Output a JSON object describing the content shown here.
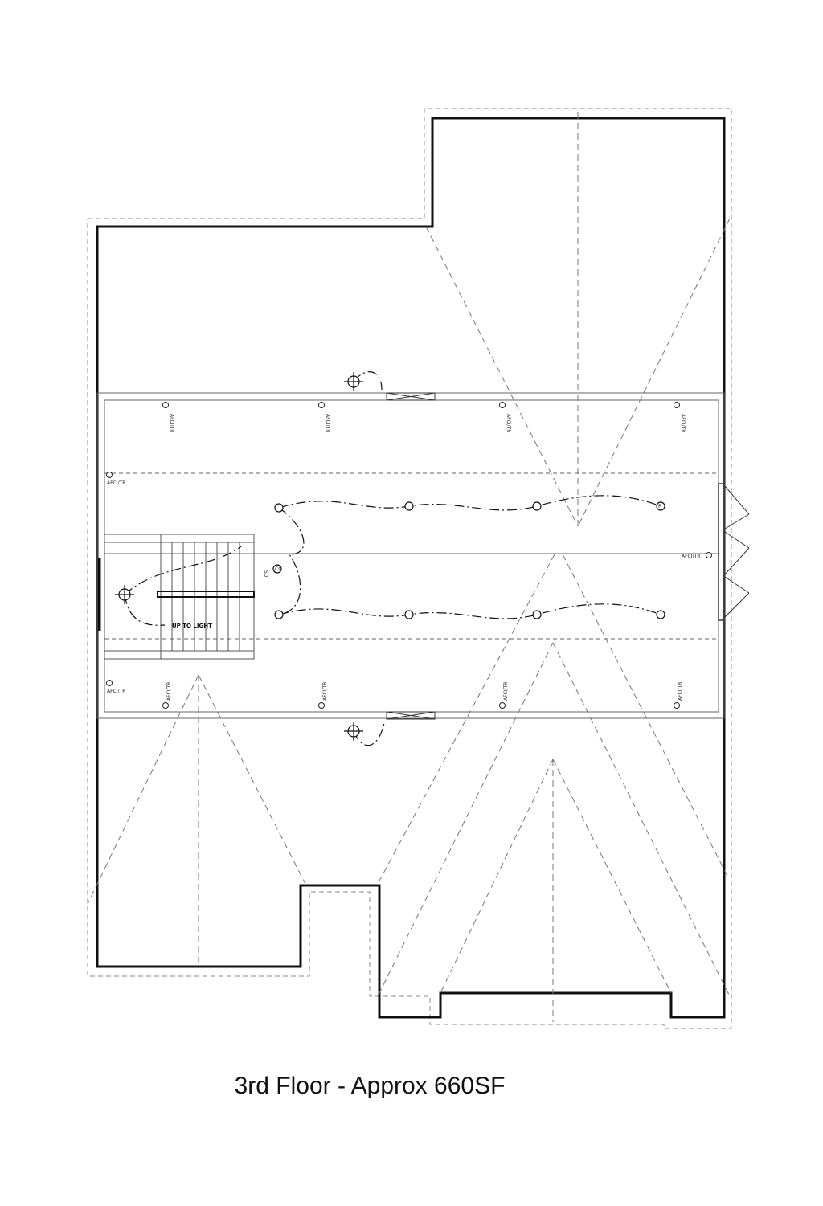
{
  "caption": "3rd Floor - Approx 660SF",
  "labels": {
    "outlet": "AFCI/TR",
    "stair": "UP TO LIGHT",
    "smoke": "SD",
    "co": "CO",
    "receptacle": "R"
  },
  "colors": {
    "wall": "#111111",
    "line": "#555555",
    "background": "#ffffff"
  }
}
